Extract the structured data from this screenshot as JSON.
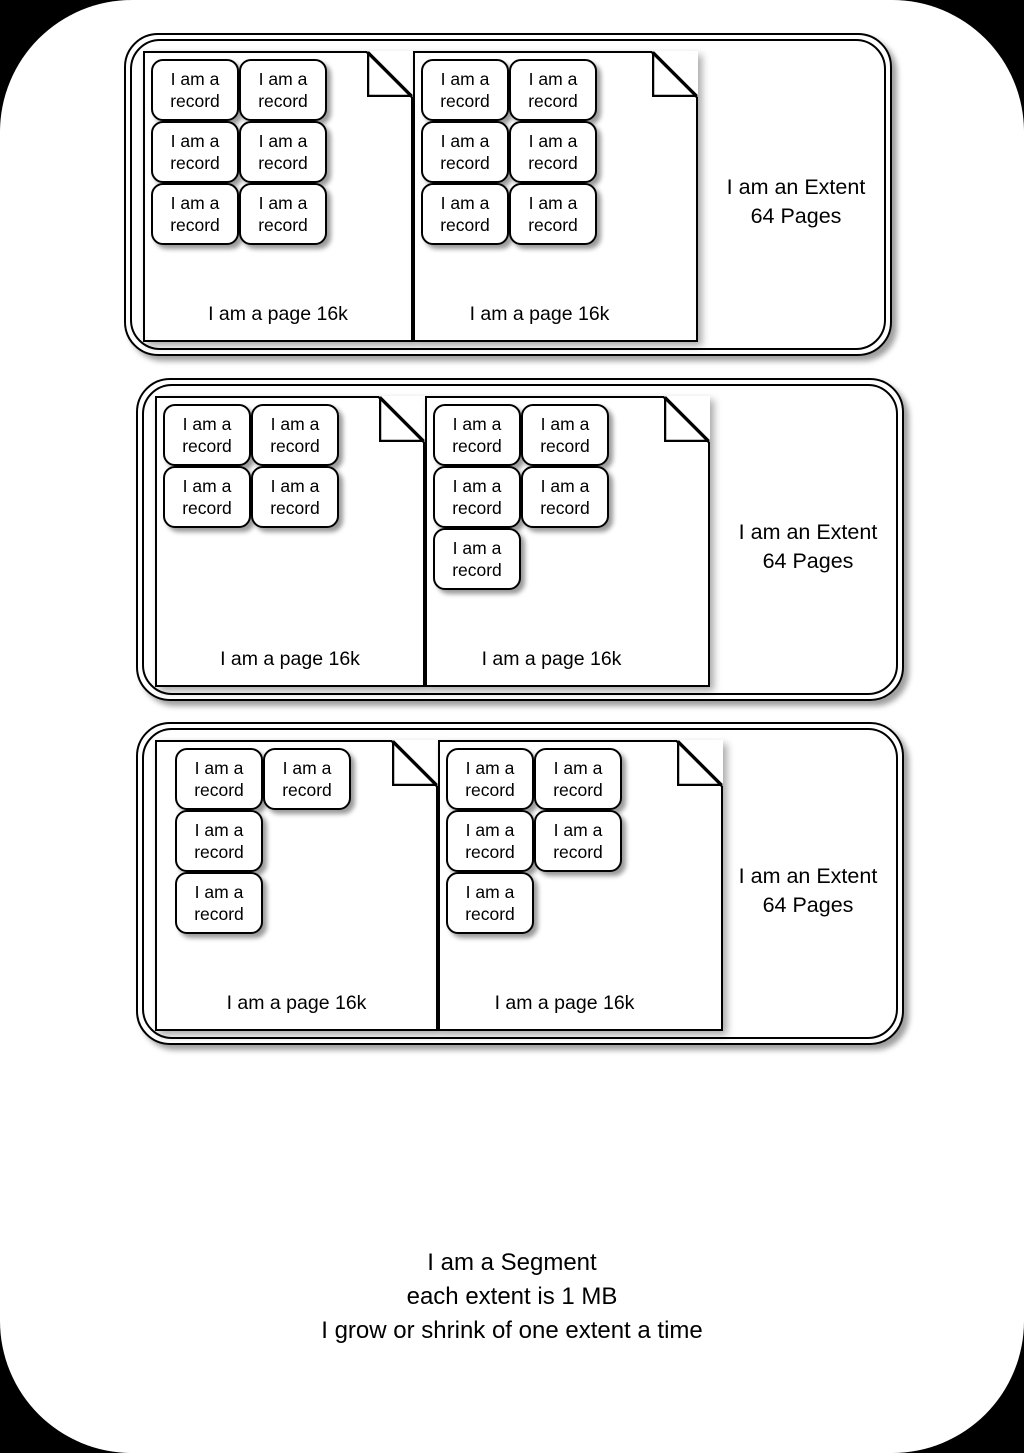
{
  "segment": {
    "caption": "I am a Segment\neach extent is 1 MB\nI grow or shrink of one extent a time",
    "background_color": "#000000",
    "panel_color": "#ffffff"
  },
  "record_label": "I am a\nrecord",
  "page_label": "I am a page 16k",
  "extent_label": "I am an Extent\n64 Pages",
  "extents": [
    {
      "label": "I am an Extent\n64 Pages",
      "pages": [
        {
          "label": "I am a page 16k",
          "records": [
            {
              "label": "I am a\nrecord"
            },
            {
              "label": "I am a\nrecord"
            },
            {
              "label": "I am a\nrecord"
            },
            {
              "label": "I am a\nrecord"
            },
            {
              "label": "I am a\nrecord"
            },
            {
              "label": "I am a\nrecord"
            }
          ]
        },
        {
          "label": "I am a page 16k",
          "records": [
            {
              "label": "I am a\nrecord"
            },
            {
              "label": "I am a\nrecord"
            },
            {
              "label": "I am a\nrecord"
            },
            {
              "label": "I am a\nrecord"
            },
            {
              "label": "I am a\nrecord"
            },
            {
              "label": "I am a\nrecord"
            }
          ]
        }
      ]
    },
    {
      "label": "I am an Extent\n64 Pages",
      "pages": [
        {
          "label": "I am a page 16k",
          "records": [
            {
              "label": "I am a\nrecord"
            },
            {
              "label": "I am a\nrecord"
            },
            {
              "label": "I am a\nrecord"
            },
            {
              "label": "I am a\nrecord"
            }
          ]
        },
        {
          "label": "I am a page 16k",
          "records": [
            {
              "label": "I am a\nrecord"
            },
            {
              "label": "I am a\nrecord"
            },
            {
              "label": "I am a\nrecord"
            },
            {
              "label": "I am a\nrecord"
            },
            {
              "label": "I am a\nrecord"
            }
          ]
        }
      ]
    },
    {
      "label": "I am an Extent\n64 Pages",
      "pages": [
        {
          "label": "I am a page 16k",
          "records": [
            {
              "label": "I am a\nrecord"
            },
            {
              "label": "I am a\nrecord"
            },
            {
              "label": "I am a\nrecord"
            },
            {
              "label": "I am a\nrecord"
            }
          ]
        },
        {
          "label": "I am a page 16k",
          "records": [
            {
              "label": "I am a\nrecord"
            },
            {
              "label": "I am a\nrecord"
            },
            {
              "label": "I am a\nrecord"
            },
            {
              "label": "I am a\nrecord"
            },
            {
              "label": "I am a\nrecord"
            }
          ]
        }
      ]
    }
  ]
}
